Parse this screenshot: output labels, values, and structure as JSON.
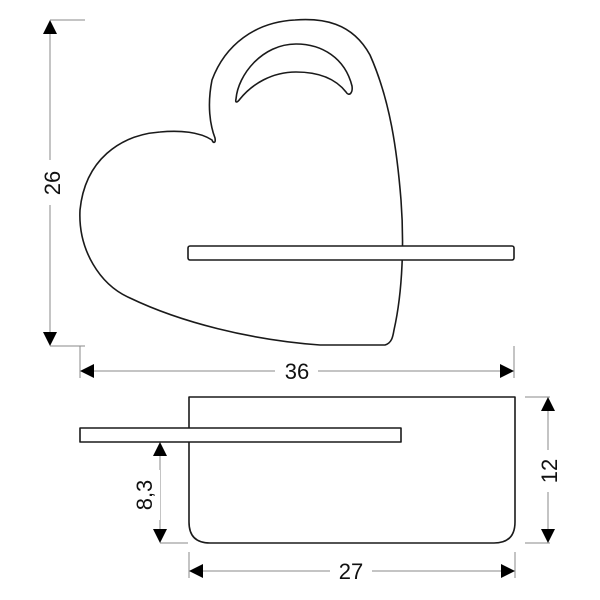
{
  "drawing": {
    "subject": "heart-shaped wall shelf with apple bite",
    "views": [
      "front-view",
      "top-view"
    ],
    "dimensions": {
      "height_total": "26",
      "width_total": "36",
      "depth_shelf": "12",
      "width_shelf": "27",
      "shelf_height_offset": "8,3"
    },
    "colors": {
      "outline": "#1a1a1a",
      "dimension_line": "#8a8a8a",
      "arrow": "#000000",
      "background": "#ffffff"
    }
  }
}
